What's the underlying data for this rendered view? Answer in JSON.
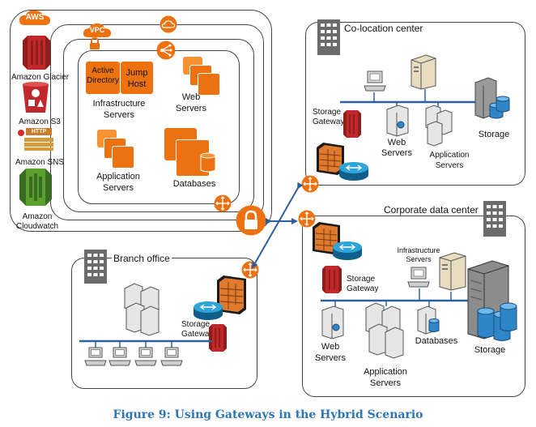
{
  "aws": {
    "badge": "AWS",
    "vpc_badge": "VPC",
    "side_services": [
      {
        "label": "Amazon Glacier"
      },
      {
        "label": "Amazon S3"
      },
      {
        "label": "HTTP",
        "caption": "Amazon SNS"
      },
      {
        "label": "Amazon Cloudwatch"
      }
    ],
    "sns_tag": "HTTP",
    "glacier": "Amazon Glacier",
    "s3": "Amazon S3",
    "sns": "Amazon SNS",
    "cloudwatch_1": "Amazon",
    "cloudwatch_2": "Cloudwatch",
    "active_directory_1": "Active",
    "active_directory_2": "Directory",
    "jump_host_1": "Jump",
    "jump_host_2": "Host",
    "infra_1": "Infrastructure",
    "infra_2": "Servers",
    "web_1": "Web",
    "web_2": "Servers",
    "app_1": "Application",
    "app_2": "Servers",
    "databases": "Databases"
  },
  "colo": {
    "title": "Co-location center",
    "storage_gateway_1": "Storage",
    "storage_gateway_2": "Gateway",
    "web_1": "Web",
    "web_2": "Servers",
    "app_1": "Application",
    "app_2": "Servers",
    "storage": "Storage"
  },
  "corp": {
    "title": "Corporate data center",
    "infra_1": "Infrastructure",
    "infra_2": "Servers",
    "storage_gateway_1": "Storage",
    "storage_gateway_2": "Gateway",
    "web_1": "Web",
    "web_2": "Servers",
    "databases": "Databases",
    "app_1": "Application",
    "app_2": "Servers",
    "storage": "Storage"
  },
  "branch": {
    "title": "Branch office",
    "storage_gateway_1": "Storage",
    "storage_gateway_2": "Gateway"
  },
  "caption": "Figure 9: Using Gateways in the Hybrid Scenario",
  "colors": {
    "aws_orange": "#ec7211",
    "aws_light_orange": "#f79232",
    "gateway_red": "#c0282c",
    "caption_blue": "#2e75b6",
    "link_blue": "#2f5f9e",
    "router_blue": "#1e8fc2",
    "firewall_brown": "#c25a1c"
  }
}
